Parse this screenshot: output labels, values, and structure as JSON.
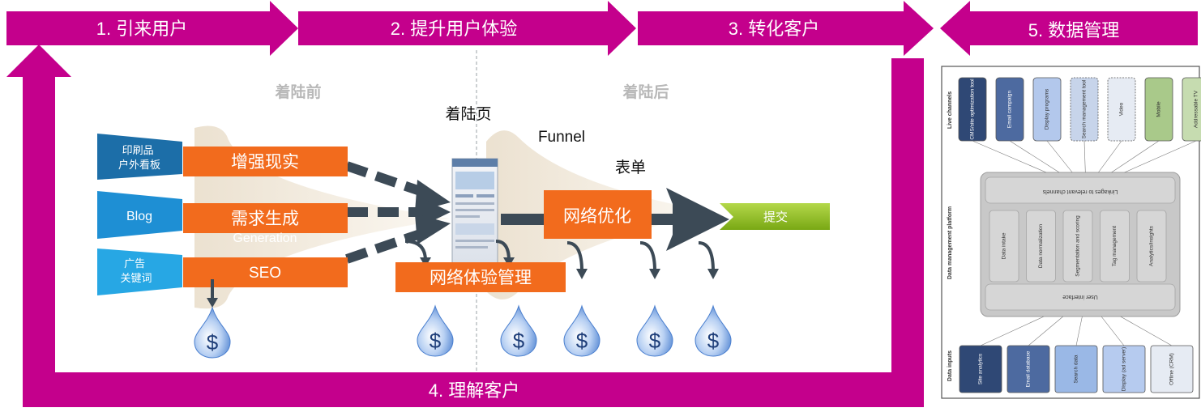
{
  "colors": {
    "magenta": "#c4008c",
    "orange": "#f26b1d",
    "blueDark": "#1c6ea8",
    "blueMid": "#1e8fd4",
    "blueLight": "#27a7e4",
    "arrowGray": "#3c4a56",
    "submitGreen": "#8fbe1e",
    "dropBlue": "#5a8fd6"
  },
  "stages": {
    "s1": "1. 引来用户",
    "s2": "2. 提升用户体验",
    "s3": "3. 转化客户",
    "s4": "4. 理解客户",
    "s5": "5. 数据管理"
  },
  "labels": {
    "before_landing": "着陆前",
    "after_landing": "着陆后",
    "landing_page": "着陆页",
    "funnel": "Funnel",
    "form": "表单",
    "submit": "提交",
    "generation": "Generation",
    "dollar": "$"
  },
  "sources": {
    "print": "印刷品\n户外看板",
    "blog": "Blog",
    "ads": "广告\n关键词"
  },
  "boxes": {
    "ar": "增强现实",
    "demand": "需求生成",
    "seo": "SEO",
    "web_exp": "网络体验管理",
    "web_opt": "网络优化"
  },
  "dmp": {
    "live_channels_label": "Live channels",
    "channels": [
      "CMS/site optimization tool",
      "Email campaign",
      "Display programs",
      "Search management tool",
      "Video",
      "Mobile",
      "Addressable TV"
    ],
    "platform_label": "Data management platform",
    "linkages": "Linkages to relevant channels",
    "modules": [
      "Data intake",
      "Data normalization",
      "Segmentation and scoring",
      "Tag management",
      "Analytics/insights"
    ],
    "user_interface": "User interface",
    "inputs_label": "Data inputs",
    "inputs": [
      "Site analytics",
      "Email database",
      "Search data",
      "Display (ad server)",
      "Offline (CRM)"
    ]
  }
}
